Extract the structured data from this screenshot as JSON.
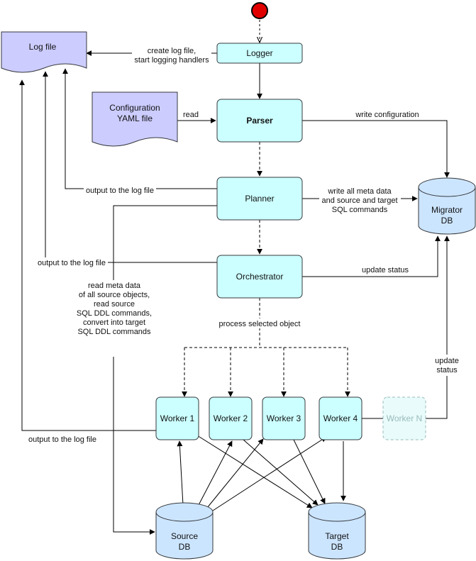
{
  "colors": {
    "process_fill": "#ccffff",
    "process_stroke": "#36393d",
    "document_fill": "#ccccff",
    "db_fill": "#cce5ff",
    "worker_n_fill": "#e9fbfb"
  },
  "nodes": {
    "log_file": "Log file",
    "config": [
      "Configuration",
      "YAML file"
    ],
    "logger": "Logger",
    "parser": "Parser",
    "planner": "Planner",
    "orchestrator": "Orchestrator",
    "migrator_db": [
      "Migrator",
      "DB"
    ],
    "worker1": "Worker 1",
    "worker2": "Worker 2",
    "worker3": "Worker 3",
    "worker4": "Worker 4",
    "workern": "Worker N",
    "source_db": [
      "Source",
      "DB"
    ],
    "target_db": [
      "Target",
      "DB"
    ]
  },
  "edges": {
    "create_log": [
      "create log file,",
      "start logging handlers"
    ],
    "read": "read",
    "write_config": "write configuration",
    "write_meta": [
      "write all meta data",
      "and source and target",
      "SQL commands"
    ],
    "planner_log": "output to the log file",
    "orch_log": "output to the log file",
    "worker_log": "output to the log file",
    "update_status": "update status",
    "update_status_workers": [
      "update",
      "status"
    ],
    "process_selected": "process selected object",
    "read_meta": [
      "read meta data",
      "of all source objects,",
      "read source",
      "SQL DDL commands,",
      "convert into target",
      "SQL DDL commands"
    ]
  }
}
